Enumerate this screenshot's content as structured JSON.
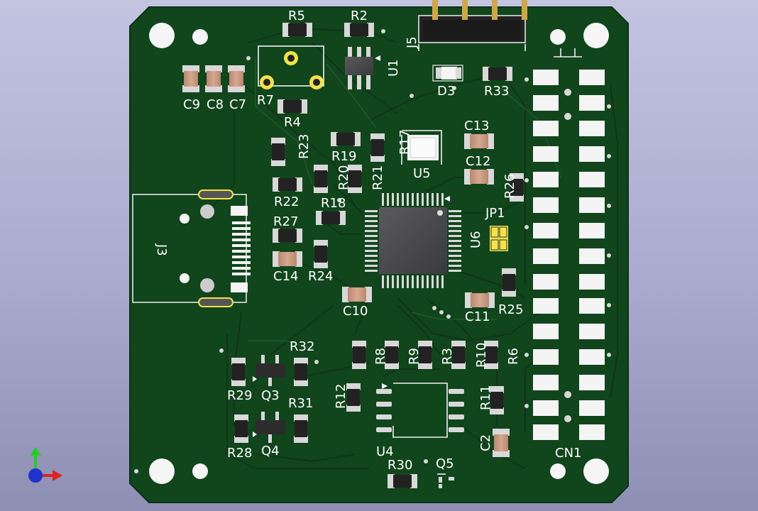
{
  "viewer": {
    "kind": "pcb-3d-viewer",
    "board_color": "#11451c",
    "background_top": "#c3c4e0",
    "background_bottom": "#8e8fb4"
  },
  "components": {
    "resistors": [
      "R2",
      "R3",
      "R4",
      "R5",
      "R6",
      "R7",
      "R8",
      "R9",
      "R10",
      "R11",
      "R12",
      "R17",
      "R18",
      "R19",
      "R20",
      "R21",
      "R22",
      "R23",
      "R24",
      "R25",
      "R26",
      "R27",
      "R28",
      "R29",
      "R30",
      "R31",
      "R32",
      "R33"
    ],
    "capacitors": [
      "C2",
      "C7",
      "C8",
      "C9",
      "C10",
      "C11",
      "C12",
      "C13",
      "C14"
    ],
    "ics": [
      "U1",
      "U4",
      "U5",
      "U6"
    ],
    "transistors": [
      "Q3",
      "Q4",
      "Q5"
    ],
    "connectors": [
      "J3",
      "J5",
      "CN1"
    ],
    "diodes": [
      "D3"
    ],
    "jumpers": [
      "JP1"
    ]
  },
  "axis": {
    "y_color": "#22cc22",
    "x_color": "#dd2222",
    "z_color": "#2233cc"
  }
}
